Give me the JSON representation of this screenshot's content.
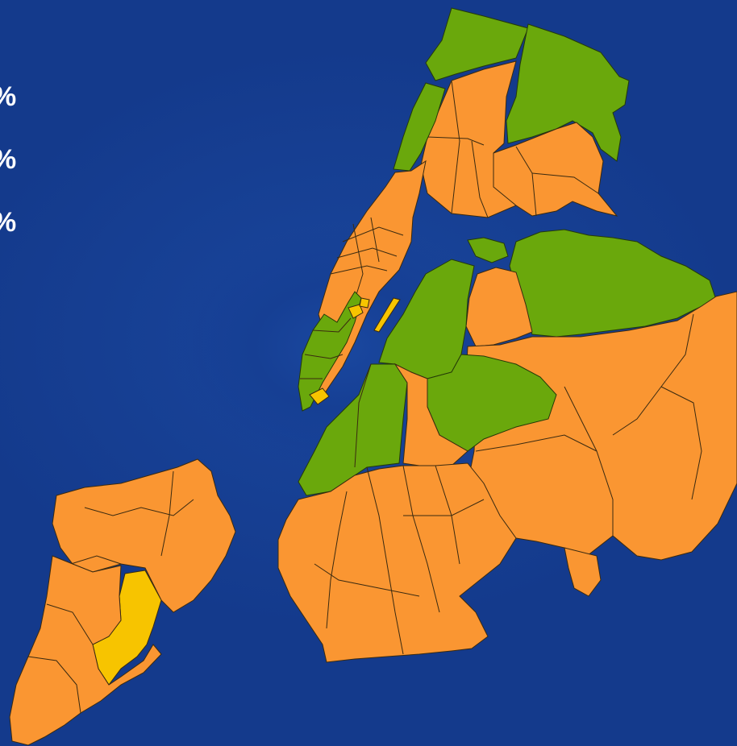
{
  "legend": {
    "items": [
      {
        "label": "%",
        "color": "#6aa80c"
      },
      {
        "label": "%",
        "color": "#fa9632"
      },
      {
        "label": "%",
        "color": "#f7c400"
      }
    ]
  },
  "map": {
    "regions": [
      {
        "name": "bronx-north-east",
        "color": "green"
      },
      {
        "name": "bronx-north-west",
        "color": "green"
      },
      {
        "name": "bronx-central",
        "color": "orange"
      },
      {
        "name": "bronx-south-east",
        "color": "orange"
      },
      {
        "name": "manhattan-upper",
        "color": "orange"
      },
      {
        "name": "manhattan-west-riverside",
        "color": "green"
      },
      {
        "name": "manhattan-lower",
        "color": "green"
      },
      {
        "name": "queens-north",
        "color": "green"
      },
      {
        "name": "queens-central",
        "color": "orange"
      },
      {
        "name": "queens-east",
        "color": "orange"
      },
      {
        "name": "brooklyn-north",
        "color": "green"
      },
      {
        "name": "brooklyn-central",
        "color": "green"
      },
      {
        "name": "brooklyn-south",
        "color": "orange"
      },
      {
        "name": "staten-island-north",
        "color": "orange"
      },
      {
        "name": "staten-island-mid",
        "color": "yellow"
      },
      {
        "name": "staten-island-south",
        "color": "orange"
      }
    ]
  }
}
